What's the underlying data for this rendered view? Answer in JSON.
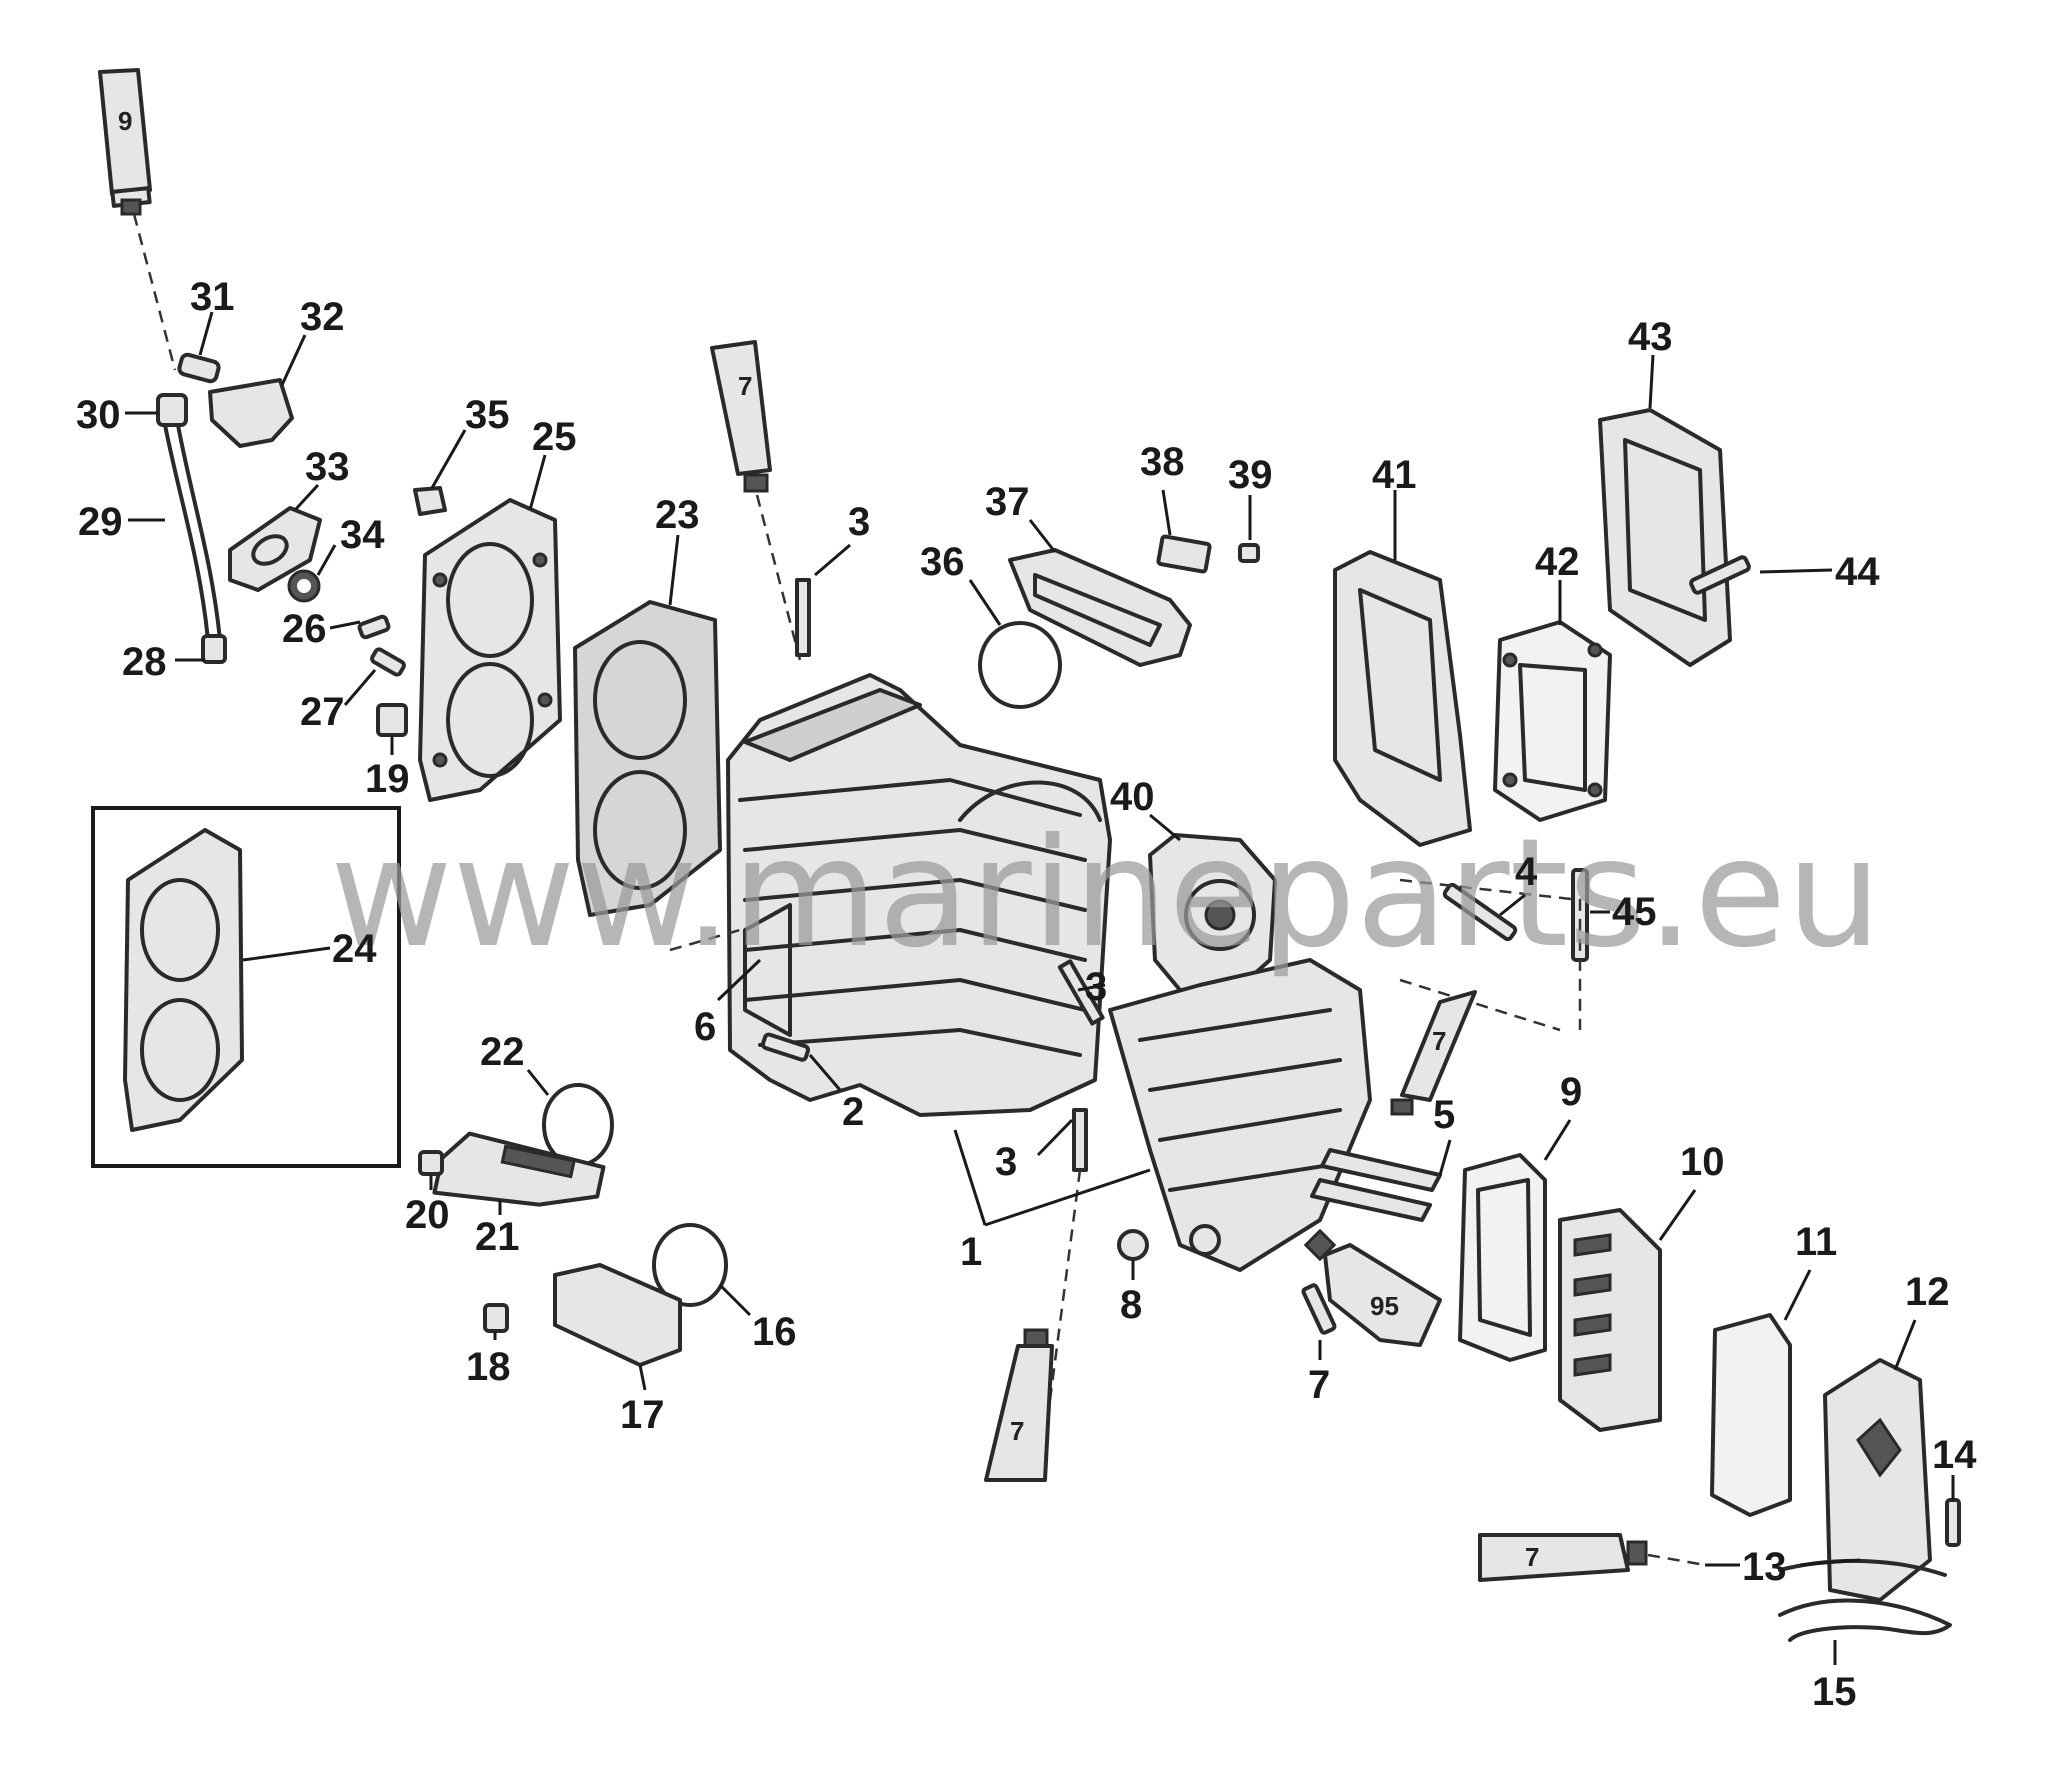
{
  "watermark": "www.marineparts.eu",
  "callouts": [
    {
      "id": "1",
      "label": "1"
    },
    {
      "id": "2",
      "label": "2"
    },
    {
      "id": "3a",
      "label": "3"
    },
    {
      "id": "3b",
      "label": "3"
    },
    {
      "id": "3c",
      "label": "3"
    },
    {
      "id": "4",
      "label": "4"
    },
    {
      "id": "5",
      "label": "5"
    },
    {
      "id": "6",
      "label": "6"
    },
    {
      "id": "7a",
      "label": "7"
    },
    {
      "id": "8",
      "label": "8"
    },
    {
      "id": "9",
      "label": "9"
    },
    {
      "id": "10",
      "label": "10"
    },
    {
      "id": "11",
      "label": "11"
    },
    {
      "id": "12",
      "label": "12"
    },
    {
      "id": "13",
      "label": "13"
    },
    {
      "id": "14",
      "label": "14"
    },
    {
      "id": "15",
      "label": "15"
    },
    {
      "id": "16",
      "label": "16"
    },
    {
      "id": "17",
      "label": "17"
    },
    {
      "id": "18",
      "label": "18"
    },
    {
      "id": "19",
      "label": "19"
    },
    {
      "id": "20",
      "label": "20"
    },
    {
      "id": "21",
      "label": "21"
    },
    {
      "id": "22",
      "label": "22"
    },
    {
      "id": "23",
      "label": "23"
    },
    {
      "id": "24",
      "label": "24"
    },
    {
      "id": "25",
      "label": "25"
    },
    {
      "id": "26",
      "label": "26"
    },
    {
      "id": "27",
      "label": "27"
    },
    {
      "id": "28",
      "label": "28"
    },
    {
      "id": "29",
      "label": "29"
    },
    {
      "id": "30",
      "label": "30"
    },
    {
      "id": "31",
      "label": "31"
    },
    {
      "id": "32",
      "label": "32"
    },
    {
      "id": "33",
      "label": "33"
    },
    {
      "id": "34",
      "label": "34"
    },
    {
      "id": "35",
      "label": "35"
    },
    {
      "id": "36",
      "label": "36"
    },
    {
      "id": "37",
      "label": "37"
    },
    {
      "id": "38",
      "label": "38"
    },
    {
      "id": "39",
      "label": "39"
    },
    {
      "id": "40",
      "label": "40"
    },
    {
      "id": "41",
      "label": "41"
    },
    {
      "id": "42",
      "label": "42"
    },
    {
      "id": "43",
      "label": "43"
    },
    {
      "id": "44",
      "label": "44"
    },
    {
      "id": "45",
      "label": "45"
    }
  ],
  "tubes": [
    {
      "id": "t9",
      "label": "9"
    },
    {
      "id": "t7a",
      "label": "7"
    },
    {
      "id": "t7b",
      "label": "7"
    },
    {
      "id": "t7c",
      "label": "7"
    },
    {
      "id": "t95",
      "label": "95"
    },
    {
      "id": "t7d",
      "label": "7"
    }
  ]
}
